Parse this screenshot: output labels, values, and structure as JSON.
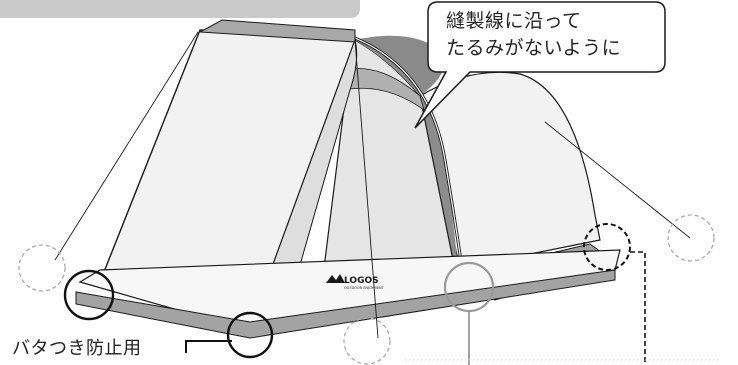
{
  "callout": {
    "text": "縫製線に沿って\nたるみがないように"
  },
  "labels": {
    "bata": "バタつき防止用"
  },
  "logo": {
    "text": "LOGOS",
    "subtext": "OUTDOOR ENJOYMENT"
  },
  "colors": {
    "tent_panel": "#f2f2f2",
    "tent_gray": "#9a9a9a",
    "tent_dark": "#7d7d7d",
    "outline": "#1a1a1a",
    "circle_solid": "#111111",
    "circle_gray": "#999999",
    "circle_dashed": "#aaaaaa"
  }
}
